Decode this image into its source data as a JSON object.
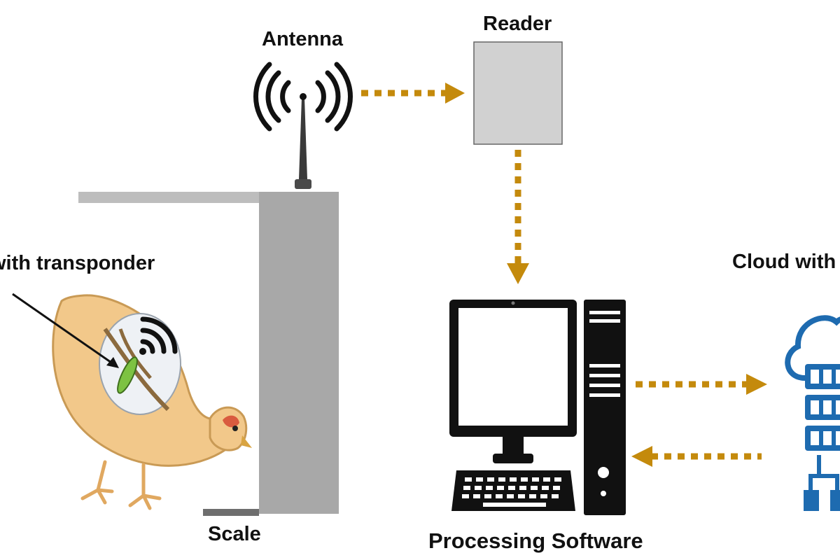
{
  "labels": {
    "antenna": "Antenna",
    "reader": "Reader",
    "chicken": "with transponder",
    "cloud": "Cloud with",
    "scale": "Scale",
    "software": "Processing Software"
  },
  "colors": {
    "arrow": "#C48A0C",
    "stand": "#A8A8A8",
    "stand_top": "#BDBDBD",
    "reader_box": "#D1D1D1",
    "chicken_body": "#F2C88A",
    "transponder": "#7DC242",
    "cloud": "#1E6BB0",
    "computer": "#111111"
  },
  "icons": [
    "antenna-icon",
    "reader-box",
    "chicken-icon",
    "transponder-icon",
    "computer-icon",
    "cloud-server-icon"
  ]
}
